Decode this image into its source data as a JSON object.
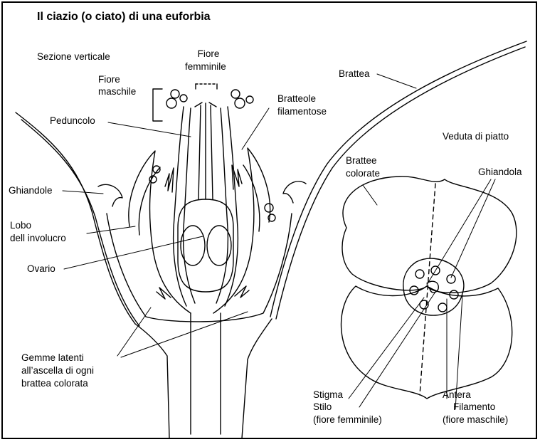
{
  "title": "Il ciazio (o ciato) di una euforbia",
  "left_section": {
    "heading": "Sezione verticale",
    "labels": {
      "fiore_femminile_1": "Fiore",
      "fiore_femminile_2": "femminile",
      "fiore_maschile_1": "Fiore",
      "fiore_maschile_2": "maschile",
      "peduncolo": "Peduncolo",
      "bratteole_1": "Bratteole",
      "bratteole_2": "filamentose",
      "ghiandole": "Ghiandole",
      "lobo_1": "Lobo",
      "lobo_2": "dell involucro",
      "ovario": "Ovario",
      "gemme_1": "Gemme latenti",
      "gemme_2": "all’ascella di ogni",
      "gemme_3": "brattea colorata"
    }
  },
  "right_section": {
    "heading": "Veduta di piatto",
    "labels": {
      "brattea": "Brattea",
      "brattee_1": "Brattee",
      "brattee_2": "colorate",
      "ghiandola": "Ghiandola",
      "stigma": "Stigma",
      "stilo": "Stilo",
      "fiore_femminile": "(fiore femminile)",
      "antera": "Antera",
      "filamento": "Filamento",
      "fiore_maschile": "(fiore maschile)"
    }
  },
  "colors": {
    "line": "#000000",
    "background": "#ffffff"
  }
}
